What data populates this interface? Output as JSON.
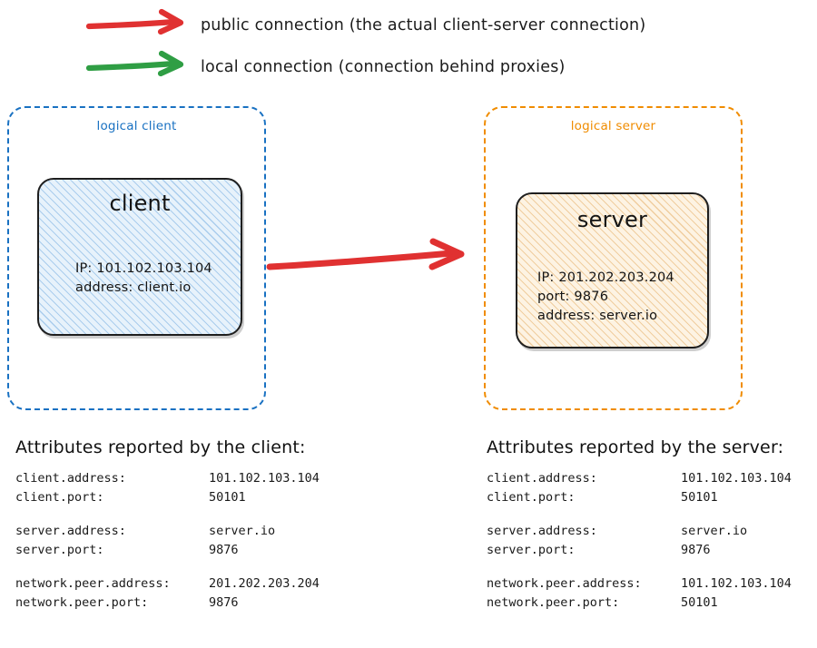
{
  "legend": {
    "items": [
      {
        "icon": "red-arrow-icon",
        "color": "#e03131",
        "label": "public connection (the actual client-server connection)"
      },
      {
        "icon": "green-arrow-icon",
        "color": "#2f9e44",
        "label": "local connection (connection behind proxies)"
      }
    ]
  },
  "diagram": {
    "connection_arrow": {
      "name": "public-connection-arrow",
      "color": "#e03131"
    },
    "client_group": {
      "title": "logical client",
      "color": "#1971c2",
      "node": {
        "title": "client",
        "fill": "#e7f2fb",
        "details": [
          "IP: 101.102.103.104",
          "address: client.io"
        ]
      }
    },
    "server_group": {
      "title": "logical server",
      "color": "#f08c00",
      "node": {
        "title": "server",
        "fill": "#fdf3e3",
        "details": [
          "IP: 201.202.203.204",
          "port: 9876",
          "address: server.io"
        ]
      }
    }
  },
  "client_attributes": {
    "heading": "Attributes reported by the client:",
    "groups": [
      [
        {
          "key": "client.address:",
          "value": "101.102.103.104"
        },
        {
          "key": "client.port:",
          "value": "50101"
        }
      ],
      [
        {
          "key": "server.address:",
          "value": "server.io"
        },
        {
          "key": "server.port:",
          "value": "9876"
        }
      ],
      [
        {
          "key": "network.peer.address:",
          "value": "201.202.203.204"
        },
        {
          "key": "network.peer.port:",
          "value": "9876"
        }
      ]
    ]
  },
  "server_attributes": {
    "heading": "Attributes reported by the server:",
    "groups": [
      [
        {
          "key": "client.address:",
          "value": "101.102.103.104"
        },
        {
          "key": "client.port:",
          "value": "50101"
        }
      ],
      [
        {
          "key": "server.address:",
          "value": "server.io"
        },
        {
          "key": "server.port:",
          "value": "9876"
        }
      ],
      [
        {
          "key": "network.peer.address:",
          "value": "101.102.103.104"
        },
        {
          "key": "network.peer.port:",
          "value": "50101"
        }
      ]
    ]
  }
}
